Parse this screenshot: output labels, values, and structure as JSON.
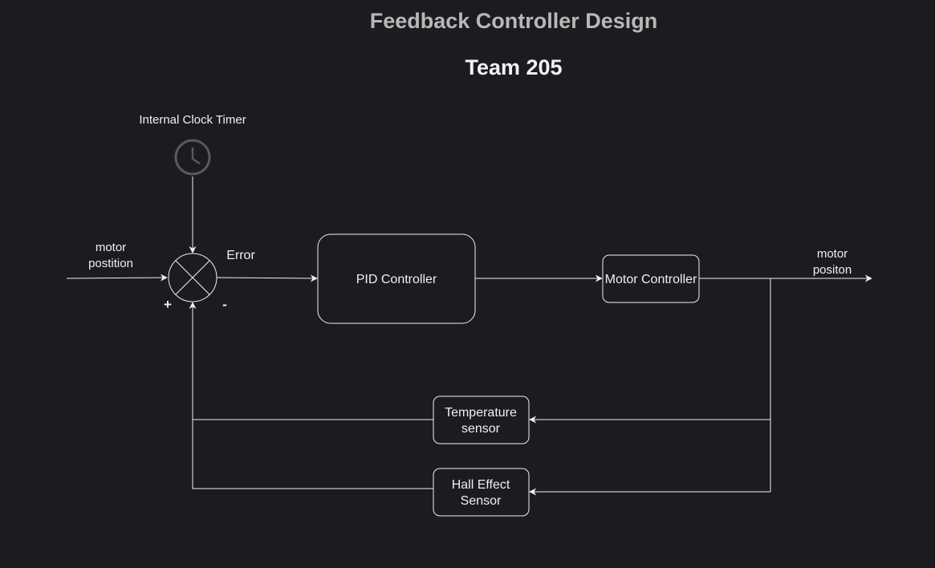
{
  "title": "Feedback Controller Design",
  "subtitle": "Team 205",
  "clock": {
    "label": "Internal Clock Timer",
    "icon": "clock-icon"
  },
  "input": {
    "line1": "motor",
    "line2": "postition"
  },
  "output": {
    "line1": "motor",
    "line2": "positon"
  },
  "summing_junction": {
    "error_label": "Error",
    "plus_sign": "+",
    "minus_sign": "-"
  },
  "blocks": {
    "pid": "PID Controller",
    "motor_controller": "Motor Controller",
    "temperature_sensor": {
      "line1": "Temperature",
      "line2": "sensor"
    },
    "hall_sensor": {
      "line1": "Hall Effect",
      "line2": "Sensor"
    }
  },
  "colors": {
    "background": "#1b1c1f",
    "stroke": "#f0f0f0",
    "clock": "#5a5a5a"
  }
}
